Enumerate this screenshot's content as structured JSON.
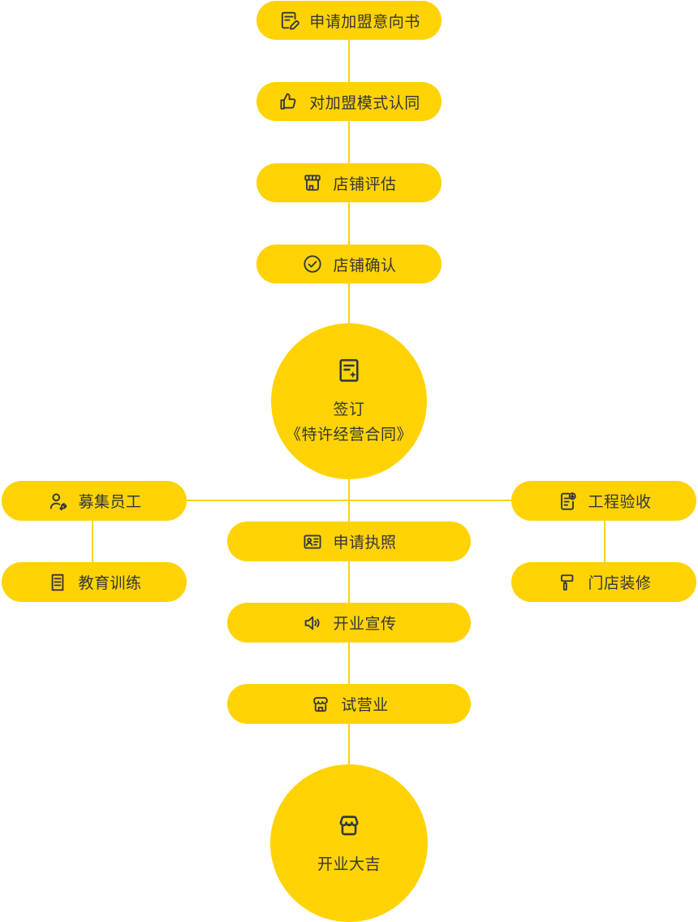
{
  "colors": {
    "accent": "#FFD303",
    "text": "#33363A",
    "bg": "#FFFFFF"
  },
  "flow": {
    "top_steps": [
      {
        "label": "申请加盟意向书",
        "icon": "document-edit-icon"
      },
      {
        "label": "对加盟模式认同",
        "icon": "thumbs-up-icon"
      },
      {
        "label": "店铺评估",
        "icon": "storefront-icon"
      },
      {
        "label": "店铺确认",
        "icon": "check-circle-icon"
      }
    ],
    "sign_node": {
      "label_line1": "签订",
      "label_line2": "《特许经营合同》",
      "icon": "contract-seal-icon"
    },
    "left_branch": [
      {
        "label": "募集员工",
        "icon": "recruit-person-wrench-icon"
      },
      {
        "label": "教育训练",
        "icon": "training-notes-icon"
      }
    ],
    "right_branch": [
      {
        "label": "工程验收",
        "icon": "inspection-document-icon"
      },
      {
        "label": "门店装修",
        "icon": "paint-roller-icon"
      }
    ],
    "middle_steps": [
      {
        "label": "申请执照",
        "icon": "license-card-icon"
      },
      {
        "label": "开业宣传",
        "icon": "speaker-icon"
      },
      {
        "label": "试营业",
        "icon": "trial-shop-icon"
      }
    ],
    "final_node": {
      "label": "开业大吉",
      "icon": "grand-opening-shop-icon"
    }
  }
}
